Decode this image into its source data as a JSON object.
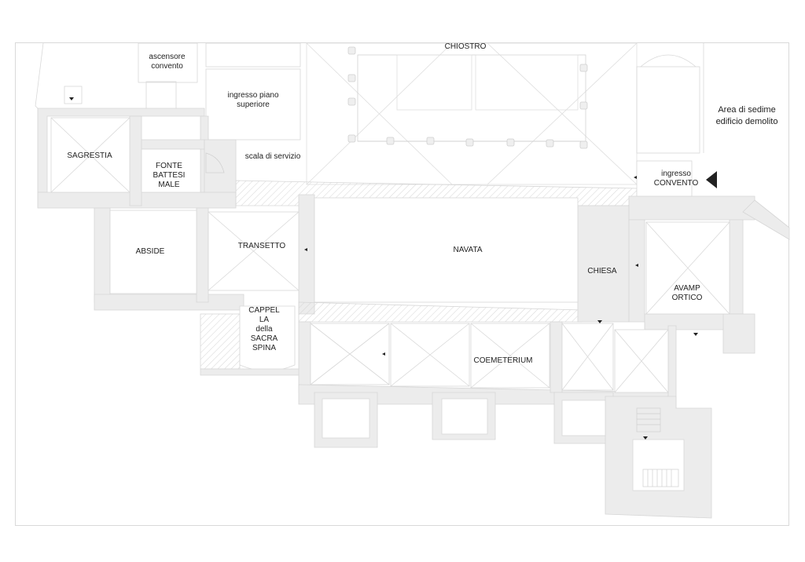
{
  "rooms": {
    "chiostro": "CHIOSTRO",
    "ascensore": "ascensore\nconvento",
    "ingresso_piano": "ingresso piano\nsuperiore",
    "area_sedime": "Area di sedime",
    "edificio_demolito": "edificio demolito",
    "sagrestia": "SAGRESTIA",
    "fonte": "FONTE\nBATTESI\nMALE",
    "scala_servizio": "scala di servizio",
    "ingresso_convento": "ingresso\nCONVENTO",
    "abside": "ABSIDE",
    "transetto": "TRANSETTO",
    "navata": "NAVATA",
    "chiesa": "CHIESA",
    "avamportico": "AVAMP\nORTICO",
    "cappella": "CAPPEL\nLA\ndella\nSACRA\nSPINA",
    "coemeterium": "COEMETERIUM"
  },
  "colors": {
    "wall": "#e9e9e9",
    "line": "#d4d4d4",
    "hatch": "#dcdcdc",
    "arrow": "#222222"
  },
  "icons": [
    "entrance-arrow-icon",
    "door-arrow-icon",
    "stair-icon"
  ]
}
